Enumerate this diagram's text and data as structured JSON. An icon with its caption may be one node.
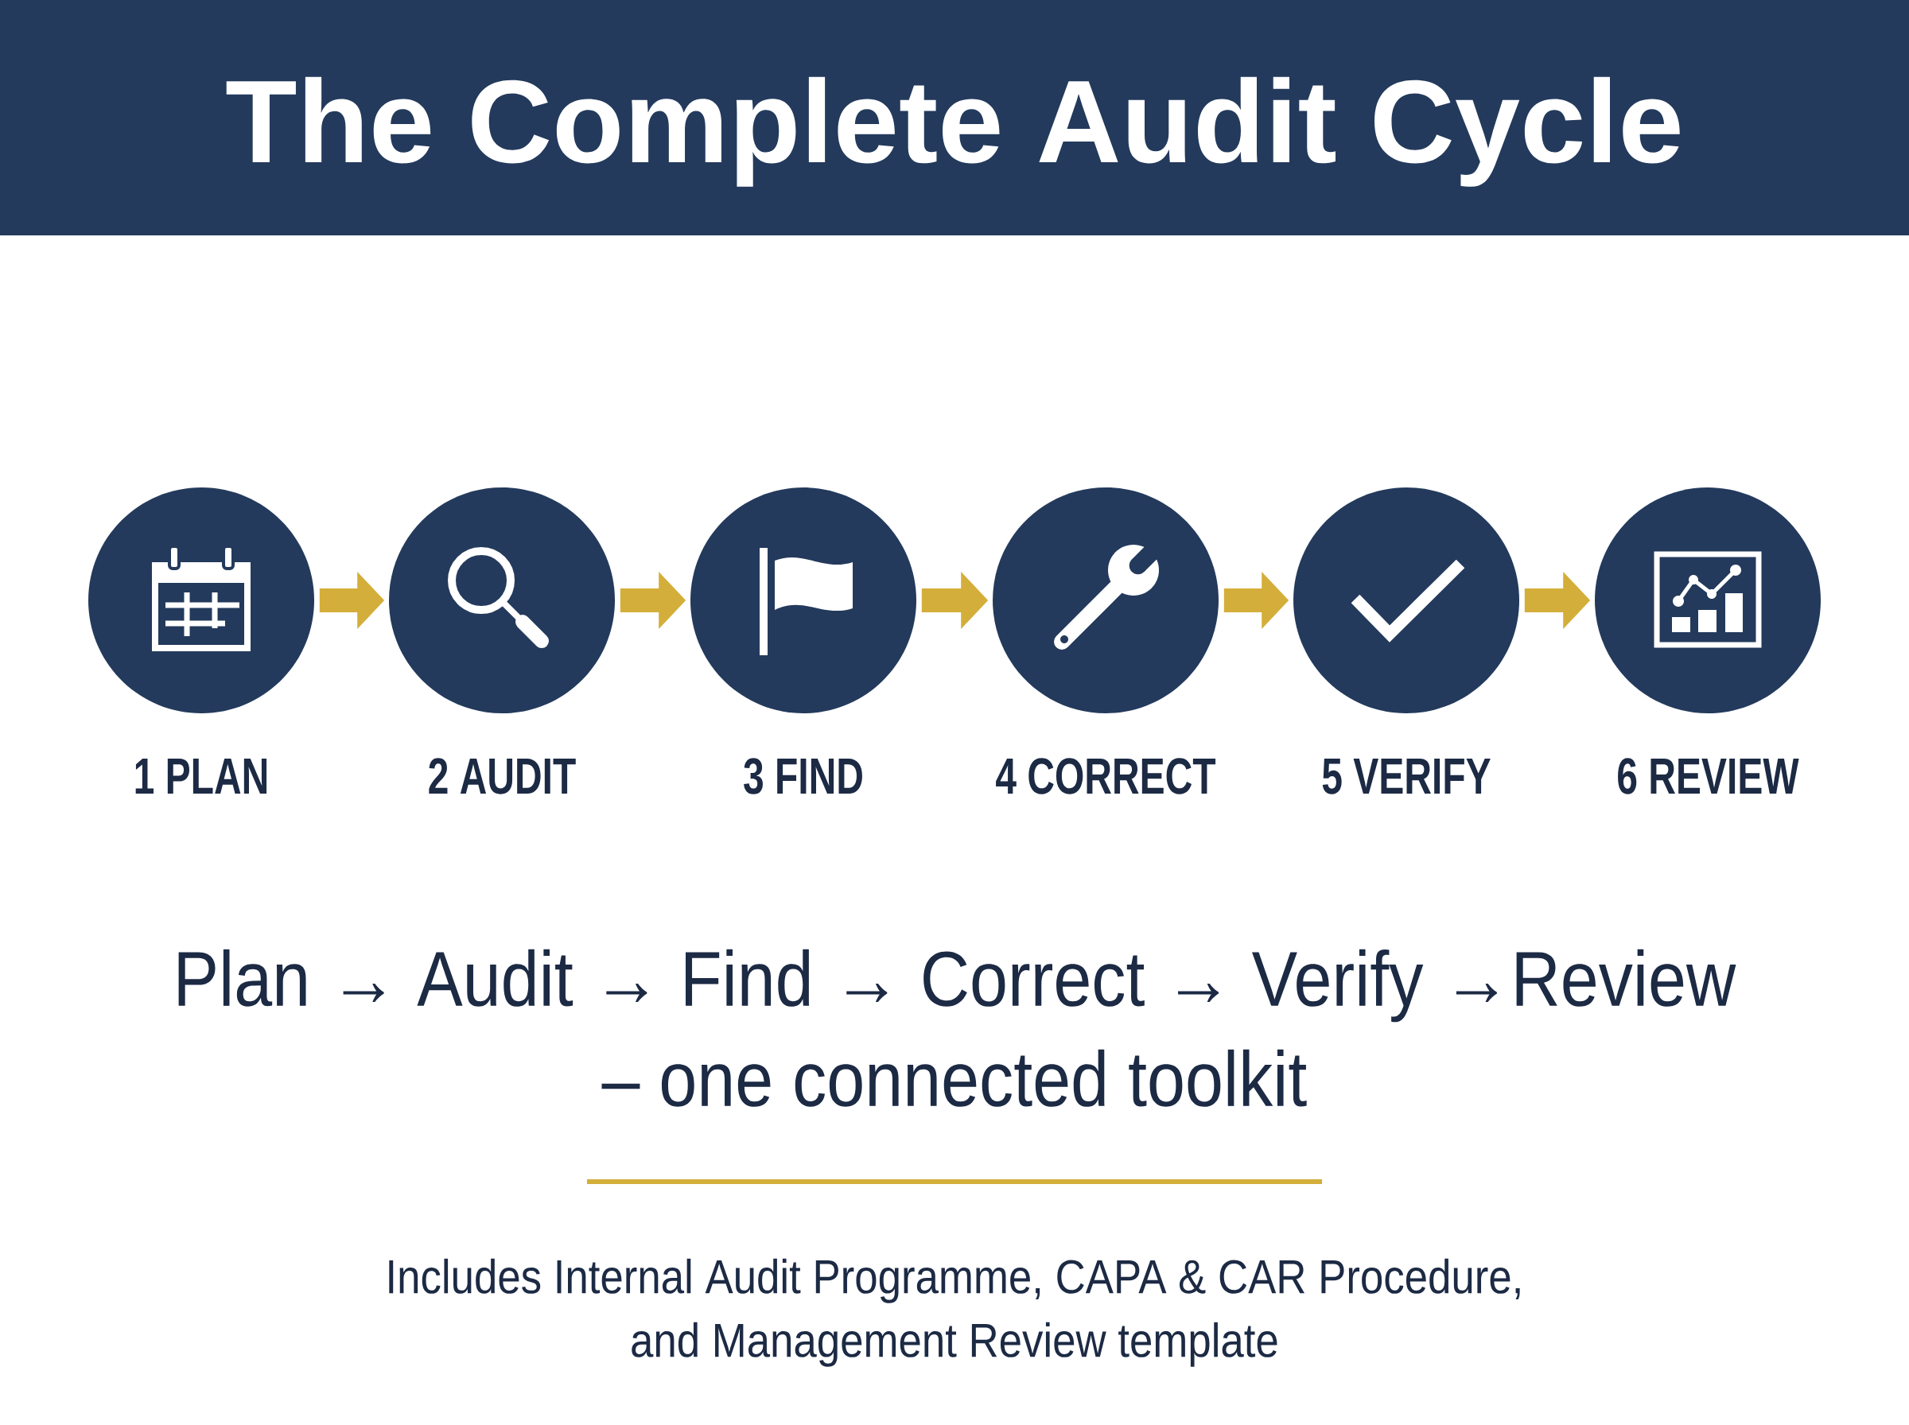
{
  "diagram": {
    "title": "The Complete Audit Cycle",
    "nodes": [
      {
        "text": [
          "1 PLAN"
        ]
      },
      {
        "text": [
          "2 AUDIT"
        ]
      },
      {
        "text": [
          "3 FIND"
        ]
      },
      {
        "text": [
          "4 CORRECT"
        ]
      },
      {
        "text": [
          "5 VERIFY"
        ]
      },
      {
        "text": [
          "6 REVIEW"
        ]
      }
    ],
    "edges": [
      {
        "from": 0,
        "to": 1,
        "arrow": "to"
      },
      {
        "from": 1,
        "to": 2,
        "arrow": "to"
      },
      {
        "from": 2,
        "to": 3,
        "arrow": "to"
      },
      {
        "from": 3,
        "to": 4,
        "arrow": "to"
      },
      {
        "from": 4,
        "to": 5,
        "arrow": "to"
      }
    ],
    "labels": [
      "Plan → Audit → Find → Correct → Verify →Review – one connected toolkit",
      "Includes Internal Audit Programme, CAPA & CAR Procedure, and Management Review template"
    ]
  }
}
